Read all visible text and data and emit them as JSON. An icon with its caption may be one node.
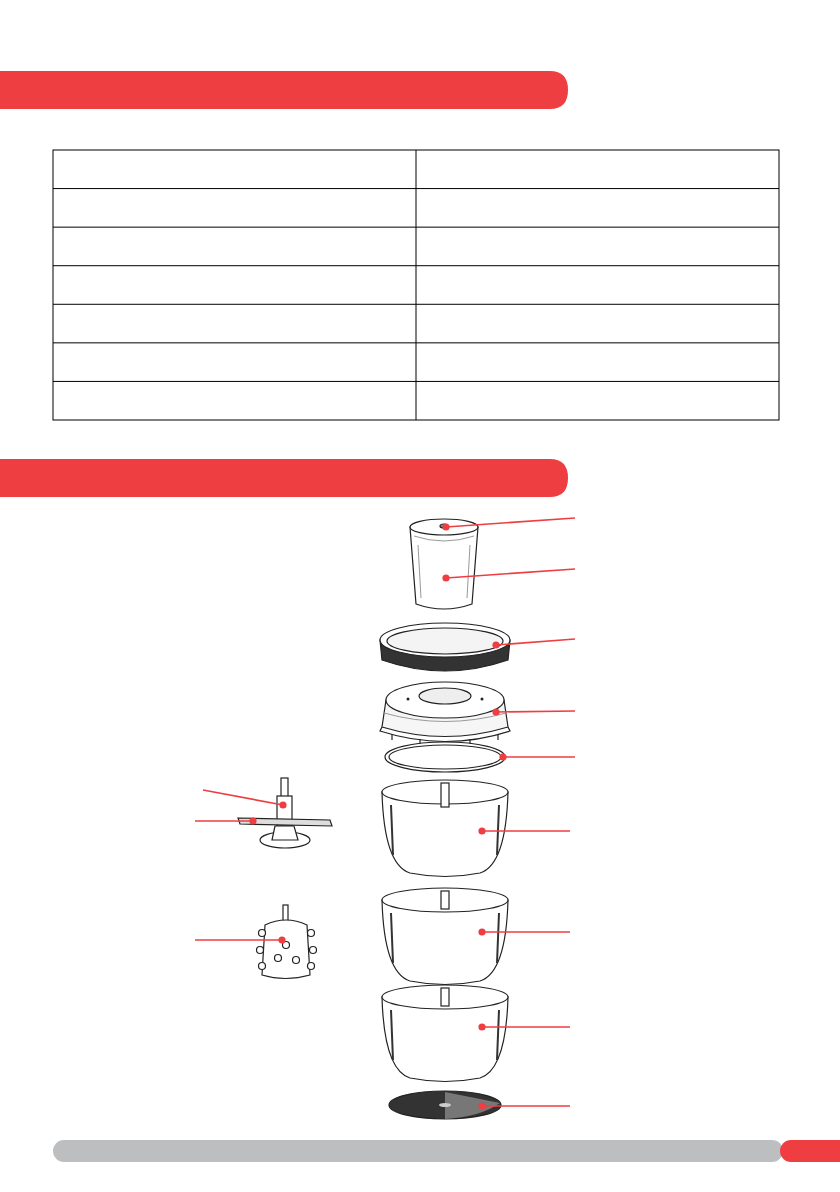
{
  "diagram": {
    "nodes": [
      {
        "text": [],
        "shape": "picture"
      },
      {
        "text": [],
        "shape": "picture"
      },
      {
        "text": [],
        "shape": "picture"
      },
      {
        "text": [],
        "shape": "picture"
      },
      {
        "text": [],
        "shape": "picture"
      },
      {
        "text": [],
        "shape": "picture"
      },
      {
        "text": [],
        "shape": "picture"
      },
      {
        "text": [],
        "shape": "picture"
      },
      {
        "text": [],
        "shape": "picture"
      },
      {
        "text": [],
        "shape": "picture"
      }
    ],
    "edges": [
      {
        "from": null,
        "to": 0,
        "arrow": "other"
      },
      {
        "from": null,
        "to": 0,
        "arrow": "other"
      },
      {
        "from": null,
        "to": 1,
        "arrow": "other"
      },
      {
        "from": null,
        "to": 2,
        "arrow": "other"
      },
      {
        "from": null,
        "to": 3,
        "arrow": "other"
      },
      {
        "from": null,
        "to": 4,
        "arrow": "other"
      },
      {
        "from": null,
        "to": 5,
        "arrow": "other"
      },
      {
        "from": null,
        "to": 6,
        "arrow": "other"
      },
      {
        "from": null,
        "to": 7,
        "arrow": "other"
      },
      {
        "from": null,
        "to": 8,
        "arrow": "other"
      },
      {
        "from": null,
        "to": 8,
        "arrow": "other"
      },
      {
        "from": null,
        "to": 9,
        "arrow": "other"
      }
    ]
  }
}
